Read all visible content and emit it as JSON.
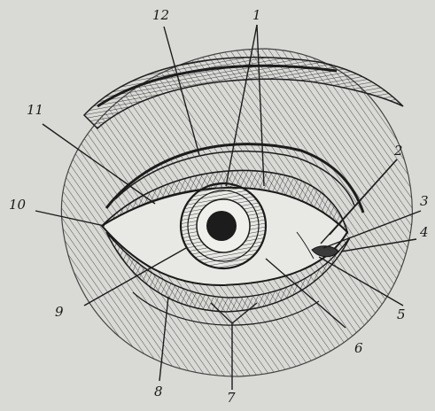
{
  "figure": {
    "labels": [
      {
        "id": "1",
        "text": "1"
      },
      {
        "id": "2",
        "text": "2"
      },
      {
        "id": "3",
        "text": "3"
      },
      {
        "id": "4",
        "text": "4"
      },
      {
        "id": "5",
        "text": "5"
      },
      {
        "id": "6",
        "text": "6"
      },
      {
        "id": "7",
        "text": "7"
      },
      {
        "id": "8",
        "text": "8"
      },
      {
        "id": "9",
        "text": "9"
      },
      {
        "id": "10",
        "text": "10"
      },
      {
        "id": "11",
        "text": "11"
      },
      {
        "id": "12",
        "text": "12"
      }
    ]
  }
}
